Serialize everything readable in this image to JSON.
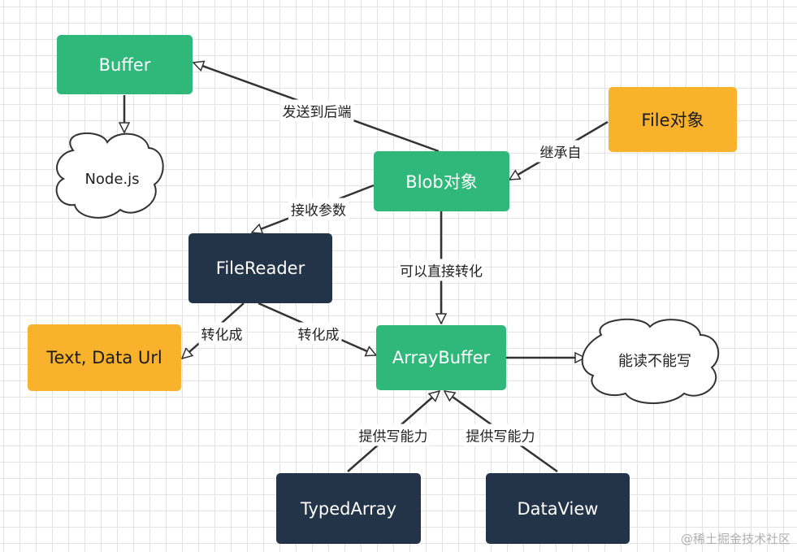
{
  "nodes": {
    "buffer": "Buffer",
    "nodejs": "Node.js",
    "file": "File对象",
    "blob": "Blob对象",
    "filereader": "FileReader",
    "text_dataurl": "Text, Data Url",
    "arraybuffer": "ArrayBuffer",
    "rw": "能读不能写",
    "typedarray": "TypedArray",
    "dataview": "DataView"
  },
  "edges": {
    "blob_to_buffer": "发送到后端",
    "file_to_blob": "继承自",
    "blob_to_filereader": "接收参数",
    "blob_to_arraybuffer": "可以直接转化",
    "filereader_to_text": "转化成",
    "filereader_to_arraybuffer": "转化成",
    "typedarray_to_arraybuffer": "提供写能力",
    "dataview_to_arraybuffer": "提供写能力"
  },
  "colors": {
    "green": "#2fb87a",
    "navy": "#233448",
    "orange": "#f8b22c",
    "line": "#333333"
  },
  "watermark": "@稀土掘金技术社区"
}
